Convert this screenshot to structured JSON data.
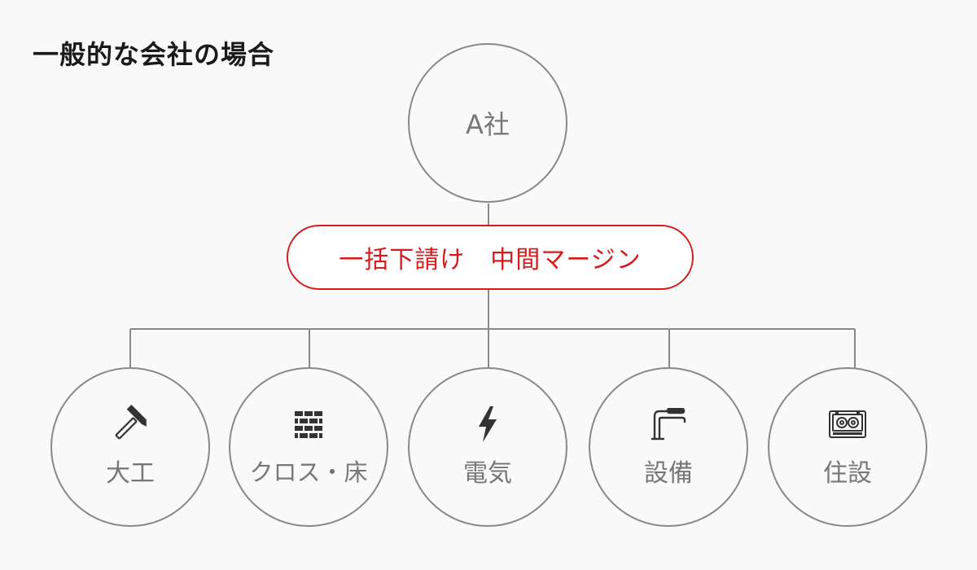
{
  "title": "一般的な会社の場合",
  "top_node": {
    "label": "A社"
  },
  "middle_node": {
    "label": "一括下請け　中間マージン"
  },
  "colors": {
    "accent": "#d71b1b",
    "line": "#888888",
    "text": "#777777",
    "title": "#1a1a1a",
    "icon": "#333333"
  },
  "trades": [
    {
      "label": "大工",
      "icon": "hammer-icon"
    },
    {
      "label": "クロス・床",
      "icon": "brick-wall-icon"
    },
    {
      "label": "電気",
      "icon": "lightning-icon"
    },
    {
      "label": "設備",
      "icon": "faucet-icon"
    },
    {
      "label": "住設",
      "icon": "cooktop-icon"
    }
  ]
}
